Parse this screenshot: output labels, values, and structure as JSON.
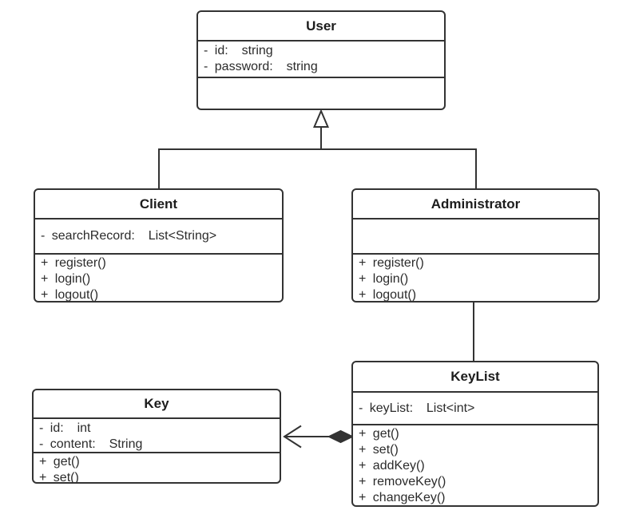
{
  "diagram": {
    "type": "uml-class-diagram",
    "background": "#ffffff",
    "stroke_color": "#333333",
    "text_color": "#2b2b2b"
  },
  "classes": {
    "user": {
      "name": "User",
      "attributes": [
        "- id:  string",
        "- password:  string"
      ],
      "methods": []
    },
    "client": {
      "name": "Client",
      "attributes": [
        "- searchRecord:  List<String>"
      ],
      "methods": [
        "+ register()",
        "+ login()",
        "+ logout()"
      ]
    },
    "administrator": {
      "name": "Administrator",
      "attributes": [],
      "methods": [
        "+ register()",
        "+ login()",
        "+ logout()"
      ]
    },
    "key": {
      "name": "Key",
      "attributes": [
        "- id:  int",
        "- content:  String"
      ],
      "methods": [
        "+ get()",
        "+ set()"
      ]
    },
    "keylist": {
      "name": "KeyList",
      "attributes": [
        "- keyList:  List<int>"
      ],
      "methods": [
        "+ get()",
        "+ set()",
        "+ addKey()",
        "+ removeKey()",
        "+ changeKey()"
      ]
    }
  },
  "relationships": [
    {
      "type": "generalization",
      "from": "Client",
      "to": "User"
    },
    {
      "type": "generalization",
      "from": "Administrator",
      "to": "User"
    },
    {
      "type": "association",
      "from": "Administrator",
      "to": "KeyList"
    },
    {
      "type": "composition",
      "whole": "KeyList",
      "part": "Key",
      "arrow": "open-arrow-toward-Key"
    }
  ]
}
